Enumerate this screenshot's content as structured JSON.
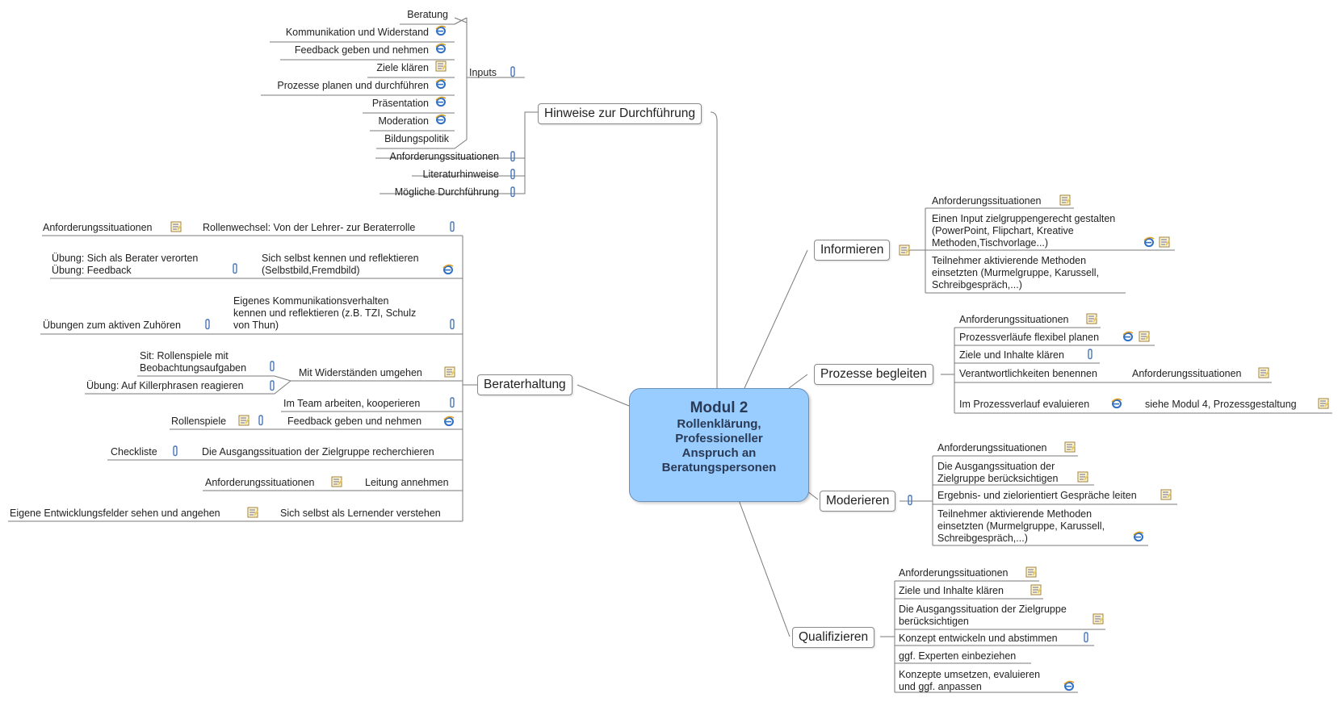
{
  "center": {
    "title": "Modul 2",
    "subtitle": "Rollenklärung,\nProfessioneller\nAnspruch an\nBeratungspersonen"
  },
  "hinweise": {
    "label": "Hinweise zur Durchführung",
    "inputs": "Inputs",
    "input_items": [
      "Beratung",
      "Kommunikation und Widerstand",
      "Feedback geben und nehmen",
      "Ziele klären",
      "Prozesse planen und durchführen",
      "Präsentation",
      "Moderation",
      "Bildungspolitik"
    ],
    "anforderung": "Anforderungssituationen",
    "literatur": "Literaturhinweise",
    "moeglich": "Mögliche Durchführung"
  },
  "berater": {
    "label": "Beraterhaltung",
    "rollenwechsel": "Rollenwechsel: Von der Lehrer- zur Beraterrolle",
    "rollenwechsel_sub": "Anforderungssituationen",
    "selbst": "Sich selbst kennen und reflektieren\n(Selbstbild,Fremdbild)",
    "selbst_sub": "Übung: Sich als Berater verorten\nÜbung: Feedback",
    "kommunikation": "Eigenes Kommunikationsverhalten\nkennen und reflektieren (z.B. TZI, Schulz\nvon Thun)",
    "kommunikation_sub": "Übungen zum aktiven Zuhören",
    "widerstand": "Mit Widerständen umgehen",
    "widerstand_sub1": "Sit: Rollenspiele mit\nBeobachtungsaufgaben",
    "widerstand_sub2": "Übung: Auf Killerphrasen reagieren",
    "team": "Im Team arbeiten, kooperieren",
    "feedback": "Feedback geben und nehmen",
    "feedback_sub": "Rollenspiele",
    "ausgang": "Die Ausgangssituation der Zielgruppe recherchieren",
    "ausgang_sub": "Checkliste",
    "leitung": "Leitung annehmen",
    "leitung_sub": "Anforderungssituationen",
    "lernender": "Sich selbst als Lernender verstehen",
    "lernender_sub": "Eigene Entwicklungsfelder sehen und angehen"
  },
  "informieren": {
    "label": "Informieren",
    "items": [
      "Anforderungssituationen",
      "Einen Input zielgruppengerecht gestalten\n(PowerPoint, Flipchart, Kreative\nMethoden,Tischvorlage...)",
      "Teilnehmer aktivierende Methoden\neinsetzten (Murmelgruppe, Karussell,\nSchreibgespräch,...)"
    ]
  },
  "prozesse": {
    "label": "Prozesse begleiten",
    "items": [
      "Anforderungssituationen",
      "Prozessverläufe flexibel planen",
      "Ziele und Inhalte klären",
      "Verantwortlichkeiten benennen",
      "Im Prozessverlauf evaluieren"
    ],
    "verantwortlich_sub": "Anforderungssituationen",
    "evaluieren_sub": "siehe Modul 4, Prozessgestaltung"
  },
  "moderieren": {
    "label": "Moderieren",
    "items": [
      "Anforderungssituationen",
      "Die Ausgangssituation der\nZielgruppe berücksichtigen",
      "Ergebnis- und zielorientiert Gespräche leiten",
      "Teilnehmer aktivierende Methoden\neinsetzten (Murmelgruppe, Karussell,\nSchreibgespräch,...)"
    ]
  },
  "qualifizieren": {
    "label": "Qualifizieren",
    "items": [
      "Anforderungssituationen",
      "Ziele und Inhalte klären",
      "Die Ausgangssituation der Zielgruppe\nberücksichtigen",
      "Konzept entwickeln und abstimmen",
      "ggf. Experten einbeziehen",
      "Konzepte umsetzen, evaluieren\nund ggf. anpassen"
    ]
  },
  "colors": {
    "center": "#99ccff",
    "line": "#7a7a7a",
    "ie_icon": "#2f6fc4",
    "note_icon": "#e8c860",
    "clip_icon": "#4a78b8"
  }
}
